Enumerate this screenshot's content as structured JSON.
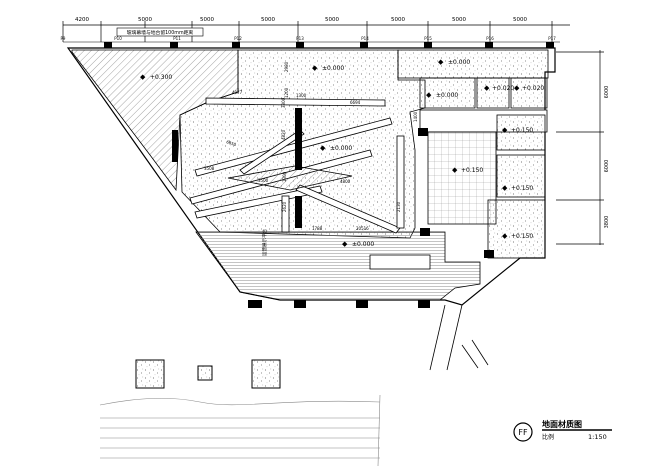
{
  "dimensions_top": [
    "4200",
    "5000",
    "5000",
    "5000",
    "5000",
    "5000",
    "5000",
    "5000"
  ],
  "axis_labels": [
    "P9",
    "P10",
    "P11",
    "P12",
    "P13",
    "P14",
    "P15",
    "P16",
    "P17"
  ],
  "dimensions_right": [
    "6000",
    "6000",
    "3800"
  ],
  "glass_note": "玻璃幕墙与地台留100mm距离",
  "levels": {
    "l1": "+0.300",
    "l2": "±0.000",
    "l3": "±0.000",
    "l4": "±0.000",
    "l5": "+0.020",
    "l6": "+0.020",
    "l7": "+0.150",
    "l8": "+0.150",
    "l9": "+0.150",
    "l10": "+0.150",
    "l11": "±0.000",
    "l12": "±0.000"
  },
  "inner_dims": {
    "d1": "4077",
    "d2": "1300",
    "d3": "6694",
    "d4": "2980",
    "d5": "1200",
    "d6": "4820",
    "d7": "6850",
    "d8": "3508",
    "d9": "3500",
    "d10": "4800",
    "d11": "1300",
    "d12": "1788",
    "d13": "2620",
    "d14": "20516",
    "d15": "1400",
    "d16": "2130",
    "d17": "3300"
  },
  "vertical_note": "运营展示平台",
  "title_symbol": "FF",
  "title": "地面材质图",
  "scale_label": "比例",
  "scale_value": "1:150"
}
